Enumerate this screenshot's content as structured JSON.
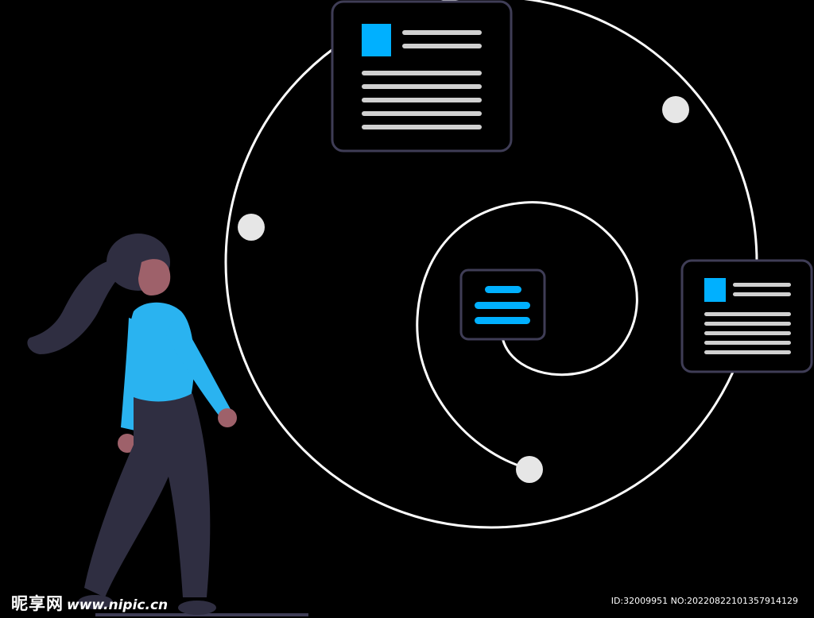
{
  "colors": {
    "background": "#000000",
    "orbit": "#ffffff",
    "node": "#e6e6e6",
    "card_fill": "#000000",
    "card_border": "#3f3d56",
    "accent": "#00b0ff",
    "text_line": "#d0d0d0",
    "shirt": "#2ab3f0",
    "pants": "#2f2e41",
    "skin": "#9e616a",
    "hair": "#2f2e41"
  },
  "illustration": {
    "cards": [
      {
        "name": "top-document-card",
        "text_lines": 5,
        "has_thumbnail": true
      },
      {
        "name": "right-document-card",
        "text_lines": 5,
        "has_thumbnail": true
      },
      {
        "name": "center-menu-card",
        "text_lines": 3,
        "has_thumbnail": false
      }
    ],
    "orbit_nodes": 3,
    "figure": "person-standing-looking-at-orbit"
  },
  "watermark": {
    "logo_text": "昵享网",
    "site": "www.nipic.cn",
    "id_text": "ID:32009951 NO:20220822101357914129"
  }
}
